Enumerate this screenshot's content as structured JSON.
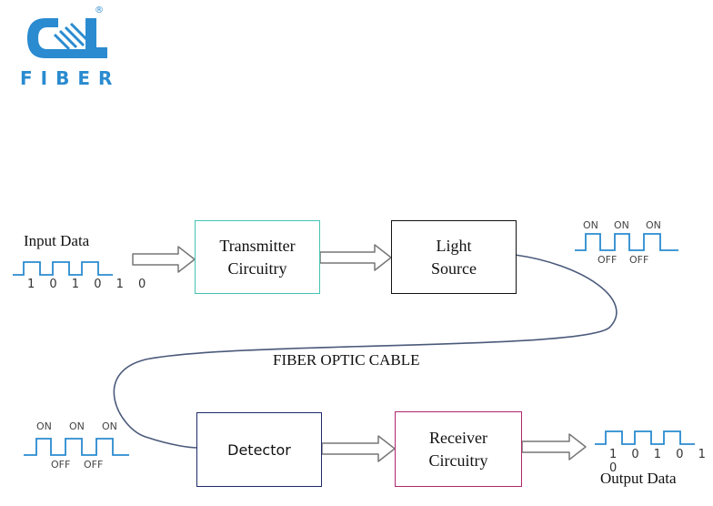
{
  "logo": {
    "text": "FIBER",
    "registered": "®"
  },
  "colors": {
    "brand": "#2a8bd0",
    "transmitter": "#45c2b3",
    "light_source": "#111111",
    "detector": "#1f2a6b",
    "receiver": "#b0266e",
    "cable": "#4a5a7a",
    "signal": "#2a8bd0"
  },
  "input": {
    "label": "Input Data",
    "bits": "1 0 1 0 1 0"
  },
  "output": {
    "label": "Output Data",
    "bits": "1 0 1 0 1 0"
  },
  "blocks": {
    "transmitter": "Transmitter\nCircuitry",
    "light_source": "Light\nSource",
    "detector": "Detector",
    "receiver": "Receiver\nCircuitry"
  },
  "cable_label": "FIBER OPTIC CABLE",
  "signal_top": {
    "on": [
      "ON",
      "ON",
      "ON"
    ],
    "off": [
      "OFF",
      "OFF"
    ]
  },
  "signal_bottom": {
    "on": [
      "ON",
      "ON",
      "ON"
    ],
    "off": [
      "OFF",
      "OFF"
    ]
  }
}
